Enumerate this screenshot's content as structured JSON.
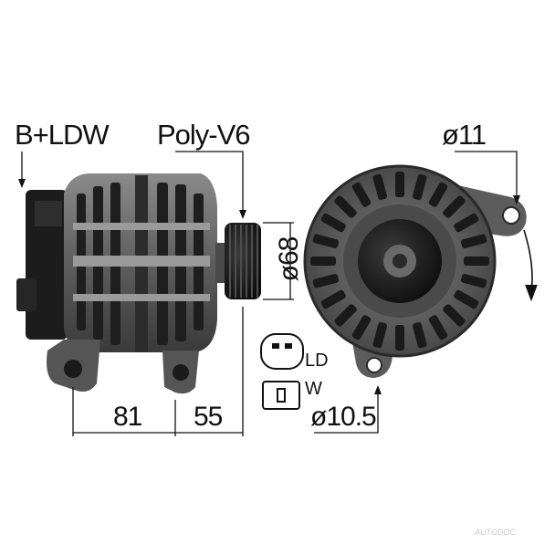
{
  "labels": {
    "connector_type": "B+LDW",
    "pulley_type": "Poly-V6",
    "top_hole_diameter": "ø11",
    "pulley_diameter": "ø68",
    "dimension_left": "81",
    "dimension_right": "55",
    "bottom_hole_diameter": "ø10.5",
    "plug_ld": "LD",
    "plug_w": "W"
  },
  "watermark": "AUTODOC",
  "colors": {
    "metal_dark": "#3c3c3c",
    "metal_mid": "#6a6a6a",
    "metal_light": "#a7a7a7",
    "line": "#111111"
  },
  "icons": {
    "alternator_side": "alternator-side-view-icon",
    "alternator_front": "alternator-front-view-icon",
    "rotation": "rotation-arrow-icon",
    "plug_ld": "plug-ld-icon",
    "plug_w": "plug-w-icon"
  }
}
